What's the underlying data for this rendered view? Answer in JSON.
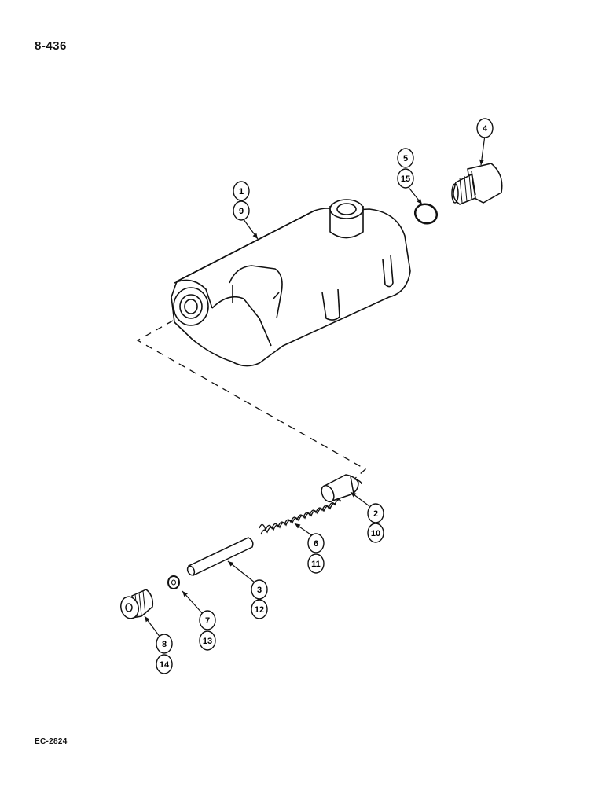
{
  "page_number": "8-436",
  "figure_code": "EC-2824",
  "callouts": [
    {
      "id": "callout-1",
      "label": "1"
    },
    {
      "id": "callout-9",
      "label": "9"
    },
    {
      "id": "callout-5",
      "label": "5"
    },
    {
      "id": "callout-15",
      "label": "15"
    },
    {
      "id": "callout-4",
      "label": "4"
    },
    {
      "id": "callout-2",
      "label": "2"
    },
    {
      "id": "callout-10",
      "label": "10"
    },
    {
      "id": "callout-6",
      "label": "6"
    },
    {
      "id": "callout-11",
      "label": "11"
    },
    {
      "id": "callout-3",
      "label": "3"
    },
    {
      "id": "callout-12",
      "label": "12"
    },
    {
      "id": "callout-7",
      "label": "7"
    },
    {
      "id": "callout-13",
      "label": "13"
    },
    {
      "id": "callout-8",
      "label": "8"
    },
    {
      "id": "callout-14",
      "label": "14"
    }
  ],
  "colors": {
    "line": "#111111",
    "background": "#ffffff"
  }
}
